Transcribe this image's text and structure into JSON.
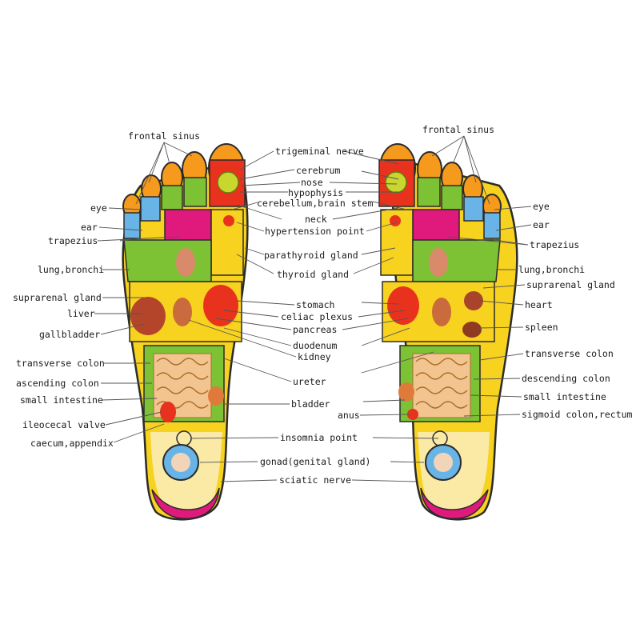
{
  "labels": {
    "frontal_sinus": "frontal sinus",
    "trigeminal_nerve": "trigeminal nerve",
    "cerebrum": "cerebrum",
    "nose": "nose",
    "hypophysis": "hypophysis",
    "cerebellum_brain_stem": "cerebellum,brain stem",
    "neck": "neck",
    "hypertension_point": "hypertension point",
    "parathyroid_gland": "parathyroid gland",
    "thyroid_gland": "thyroid gland",
    "stomach": "stomach",
    "celiac_plexus": "celiac plexus",
    "pancreas": "pancreas",
    "duodenum": "duodenum",
    "kidney": "kidney",
    "ureter": "ureter",
    "bladder": "bladder",
    "anus": "anus",
    "insomnia_point": "insomnia point",
    "gonad": "gonad(genital gland)",
    "sciatic_nerve": "sciatic nerve",
    "eye": "eye",
    "ear": "ear",
    "trapezius": "trapezius",
    "lung_bronchi": "lung,bronchi",
    "suprarenal_gland": "suprarenal gland",
    "liver": "liver",
    "gallbladder": "gallbladder",
    "transverse_colon": "transverse colon",
    "ascending_colon": "ascending colon",
    "small_intestine": "small intestine",
    "ileocecal_valve": "ileocecal valve",
    "caecum_appendix": "caecum,appendix",
    "heart": "heart",
    "spleen": "spleen",
    "descending_colon": "descending colon",
    "sigmoid_colon_rectum": "sigmoid colon,rectum"
  },
  "colors": {
    "outline": "#2b2b2b",
    "sole_yellow": "#f7d21e",
    "sole_light": "#fbe9a6",
    "green": "#7cc234",
    "red": "#e8321e",
    "magenta": "#e0197d",
    "orange": "#f59a1c",
    "blue": "#69b4e6",
    "intestine": "#f2c48f"
  },
  "icons": [
    "left-foot-icon",
    "right-foot-icon"
  ]
}
